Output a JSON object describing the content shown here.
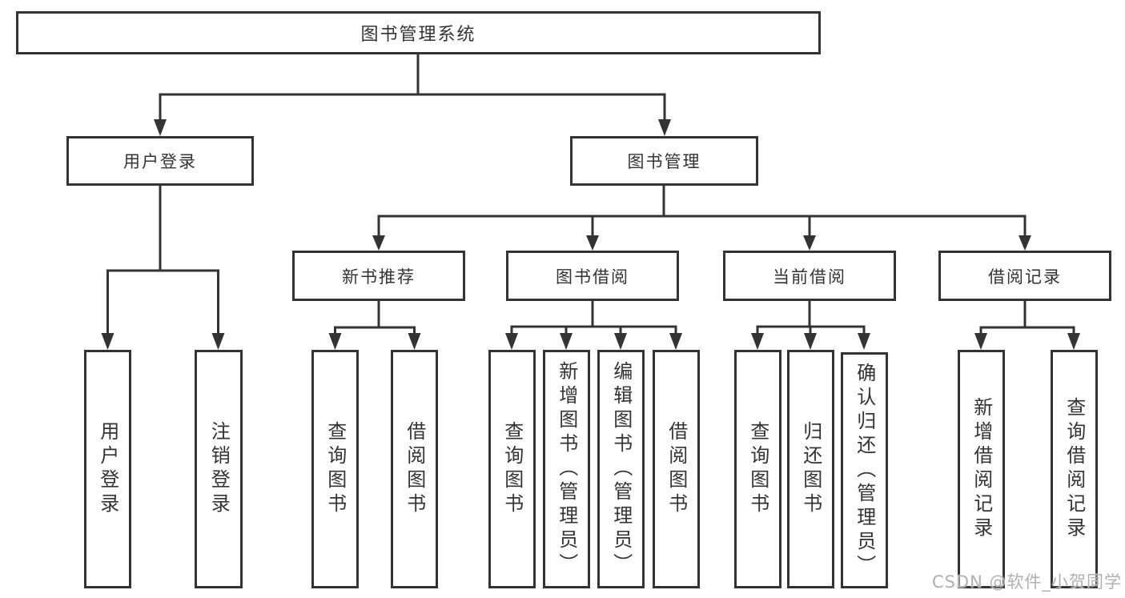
{
  "colors": {
    "background": "#ffffff",
    "line": "#333333",
    "box_border": "#333333",
    "text": "#333333",
    "watermark": "#b0b0b0"
  },
  "tree": {
    "root": {
      "label": "图书管理系统"
    },
    "children": [
      {
        "label": "用户登录",
        "children": [
          {
            "label": "用户登录"
          },
          {
            "label": "注销登录"
          }
        ]
      },
      {
        "label": "图书管理",
        "children": [
          {
            "label": "新书推荐",
            "children": [
              {
                "label": "查询图书"
              },
              {
                "label": "借阅图书"
              }
            ]
          },
          {
            "label": "图书借阅",
            "children": [
              {
                "label": "查询图书"
              },
              {
                "label": "新增图书（管理员）"
              },
              {
                "label": "编辑图书（管理员）"
              },
              {
                "label": "借阅图书"
              }
            ]
          },
          {
            "label": "当前借阅",
            "children": [
              {
                "label": "查询图书"
              },
              {
                "label": "归还图书"
              },
              {
                "label": "确认归还（管理员）"
              }
            ]
          },
          {
            "label": "借阅记录",
            "children": [
              {
                "label": "新增借阅记录"
              },
              {
                "label": "查询借阅记录"
              }
            ]
          }
        ]
      }
    ]
  },
  "watermark": {
    "text": "CSDN @软件_小贺同学"
  }
}
